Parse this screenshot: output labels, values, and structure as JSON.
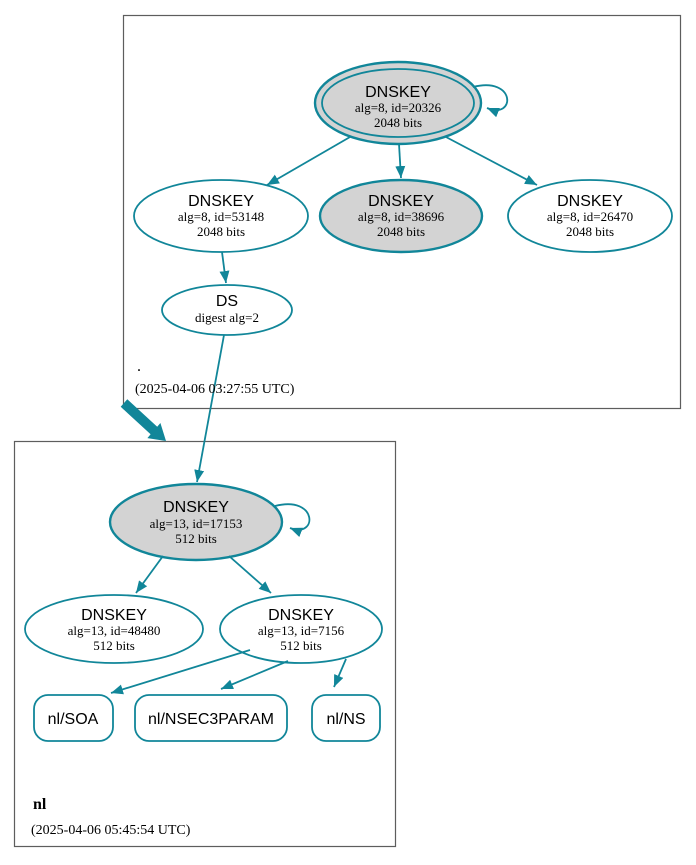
{
  "diagram": {
    "type": "dnssec-authentication-chain-graph",
    "colors": {
      "secure_edge_teal": "#118699",
      "signed_node_fill_gray": "#d3d3d3",
      "unsigned_node_fill": "#ffffff",
      "zone_box_border": "#5d5d5d"
    }
  },
  "zones": {
    "root": {
      "label": ".",
      "timestamp": "(2025-04-06 03:27:55 UTC)",
      "ksk_20326": {
        "title": "DNSKEY",
        "detail": "alg=8, id=20326",
        "bits": "2048 bits"
      },
      "zsk_53148": {
        "title": "DNSKEY",
        "detail": "alg=8, id=53148",
        "bits": "2048 bits"
      },
      "zsk_38696": {
        "title": "DNSKEY",
        "detail": "alg=8, id=38696",
        "bits": "2048 bits"
      },
      "zsk_26470": {
        "title": "DNSKEY",
        "detail": "alg=8, id=26470",
        "bits": "2048 bits"
      },
      "ds": {
        "title": "DS",
        "detail": "digest alg=2"
      }
    },
    "nl": {
      "label": "nl",
      "timestamp": "(2025-04-06 05:45:54 UTC)",
      "ksk_17153": {
        "title": "DNSKEY",
        "detail": "alg=13, id=17153",
        "bits": "512 bits"
      },
      "zsk_48480": {
        "title": "DNSKEY",
        "detail": "alg=13, id=48480",
        "bits": "512 bits"
      },
      "zsk_7156": {
        "title": "DNSKEY",
        "detail": "alg=13, id=7156",
        "bits": "512 bits"
      },
      "rrset_soa": {
        "label": "nl/SOA"
      },
      "rrset_nsec3param": {
        "label": "nl/NSEC3PARAM"
      },
      "rrset_ns": {
        "label": "nl/NS"
      }
    }
  }
}
